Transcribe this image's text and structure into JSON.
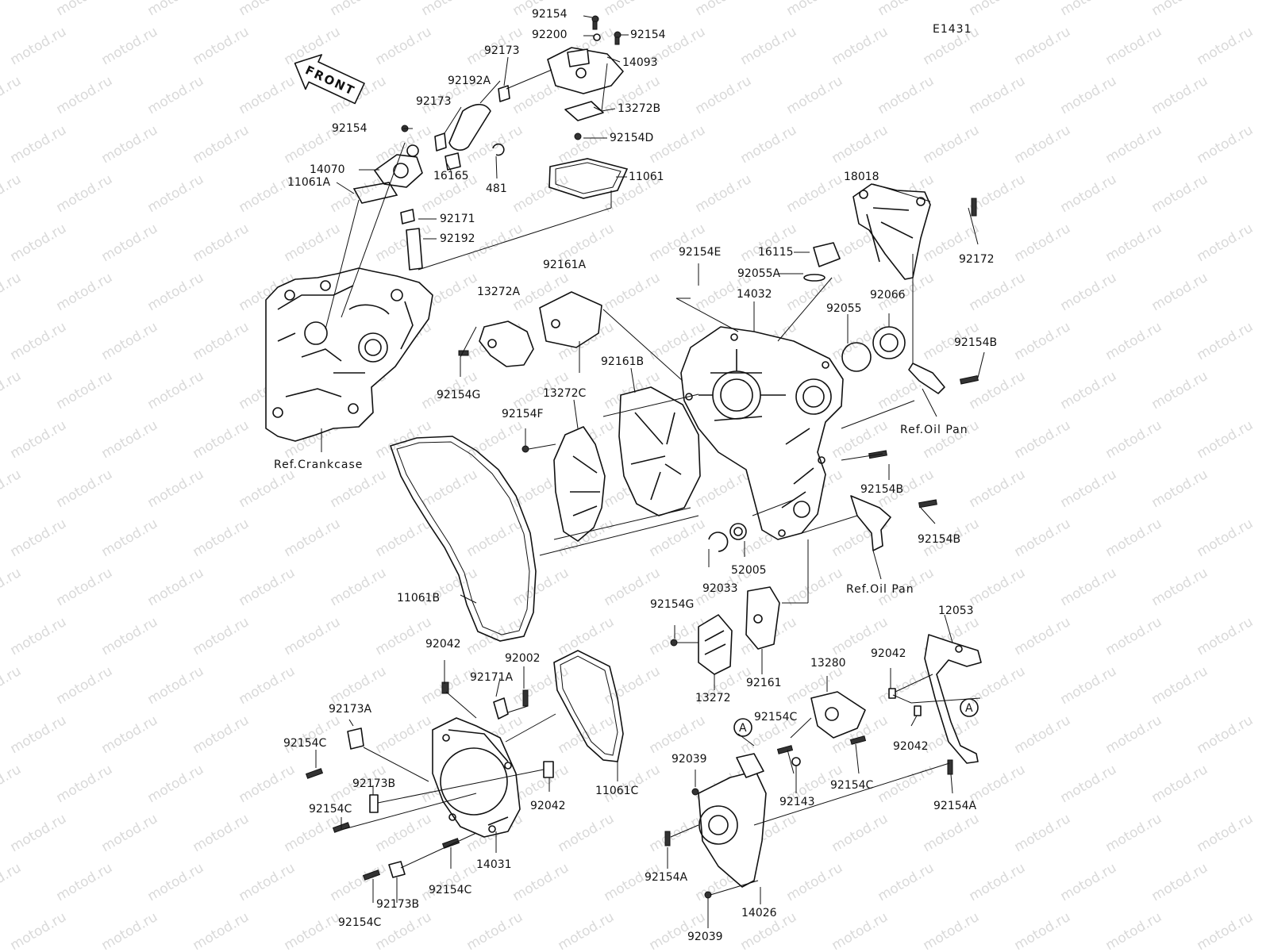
{
  "diagram_code": "E1431",
  "front_label": "FRONT",
  "watermark": "motod.ru",
  "callout_letter": "A",
  "part_labels": [
    "92154",
    "92200",
    "92154",
    "92173",
    "14093",
    "92192A",
    "92173",
    "13272B",
    "92154",
    "92154D",
    "14070",
    "16165",
    "481",
    "11061",
    "11061A",
    "92171",
    "92192",
    "18018",
    "92154E",
    "16115",
    "92172",
    "92161A",
    "92055A",
    "13272A",
    "14032",
    "92055",
    "92066",
    "92154B",
    "92154G",
    "92161B",
    "13272C",
    "92154F",
    "Ref.Oil Pan",
    "92154B",
    "Ref.Crankcase",
    "92154B",
    "52005",
    "92033",
    "Ref.Oil Pan",
    "92154G",
    "11061B",
    "12053",
    "92042",
    "92002",
    "13280",
    "92042",
    "92171A",
    "13272",
    "92161",
    "92173A",
    "92154C",
    "92042",
    "92154C",
    "92039",
    "92154C",
    "92173B",
    "92042",
    "11061C",
    "92143",
    "92154A",
    "92154C",
    "14031",
    "92154A",
    "92154C",
    "92154C",
    "92173B",
    "14026",
    "92039"
  ]
}
